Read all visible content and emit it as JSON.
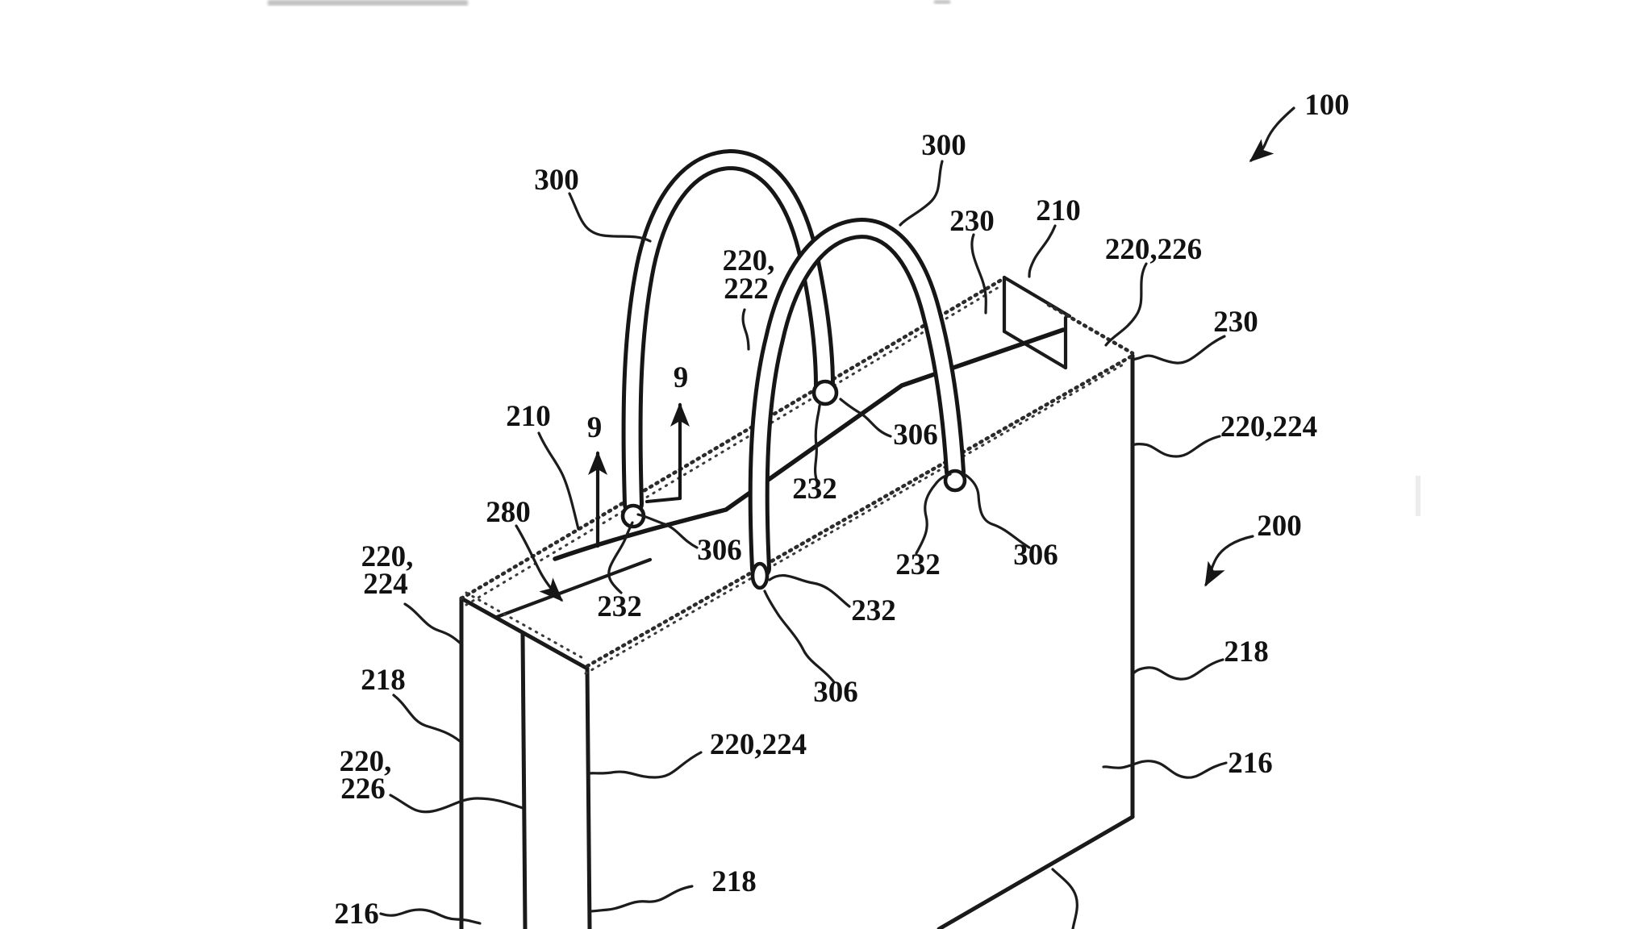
{
  "figure": {
    "kind": "patent-line-drawing",
    "description": "Isometric line drawing of an open-top shopping bag with two looped handles, annotated with reference numerals and wavy leader lines",
    "colors": {
      "line": "#1a1a1a",
      "background": "#ffffff"
    },
    "section_line": {
      "label": "9",
      "note": "two upward arrows marking section 9-9 at the bag rim"
    },
    "callouts": [
      {
        "id": "ref-100",
        "text": "100"
      },
      {
        "id": "ref-300-left",
        "text": "300"
      },
      {
        "id": "ref-300-right",
        "text": "300"
      },
      {
        "id": "ref-220-222",
        "lines": [
          "220,",
          "222"
        ]
      },
      {
        "id": "ref-230-top",
        "text": "230"
      },
      {
        "id": "ref-210-right",
        "text": "210"
      },
      {
        "id": "ref-220-226-right",
        "text": "220,226"
      },
      {
        "id": "ref-230-right",
        "text": "230"
      },
      {
        "id": "ref-220-224-right",
        "text": "220,224"
      },
      {
        "id": "ref-200",
        "text": "200"
      },
      {
        "id": "ref-218-right",
        "text": "218"
      },
      {
        "id": "ref-216-right",
        "text": "216"
      },
      {
        "id": "ref-210-left",
        "text": "210"
      },
      {
        "id": "ref-9-left",
        "text": "9"
      },
      {
        "id": "ref-9-right",
        "text": "9"
      },
      {
        "id": "ref-280",
        "text": "280"
      },
      {
        "id": "ref-220-224-left",
        "lines": [
          "220,",
          "224"
        ]
      },
      {
        "id": "ref-218-left",
        "text": "218"
      },
      {
        "id": "ref-220-226-left",
        "lines": [
          "220,",
          "226"
        ]
      },
      {
        "id": "ref-216-left",
        "text": "216"
      },
      {
        "id": "ref-306-back-left",
        "text": "306"
      },
      {
        "id": "ref-232-back-left",
        "text": "232"
      },
      {
        "id": "ref-232-back-right",
        "text": "232"
      },
      {
        "id": "ref-306-back-right",
        "text": "306"
      },
      {
        "id": "ref-232-front-left",
        "text": "232"
      },
      {
        "id": "ref-232-front-right",
        "text": "232"
      },
      {
        "id": "ref-306-front-right",
        "text": "306"
      },
      {
        "id": "ref-306-front-left",
        "text": "306"
      },
      {
        "id": "ref-220-224-bottom",
        "text": "220,224"
      },
      {
        "id": "ref-218-bottom",
        "text": "218"
      }
    ],
    "artifacts": {
      "top_header_fragment_legible": false,
      "bottom_right_leader_cut_off": true
    }
  }
}
